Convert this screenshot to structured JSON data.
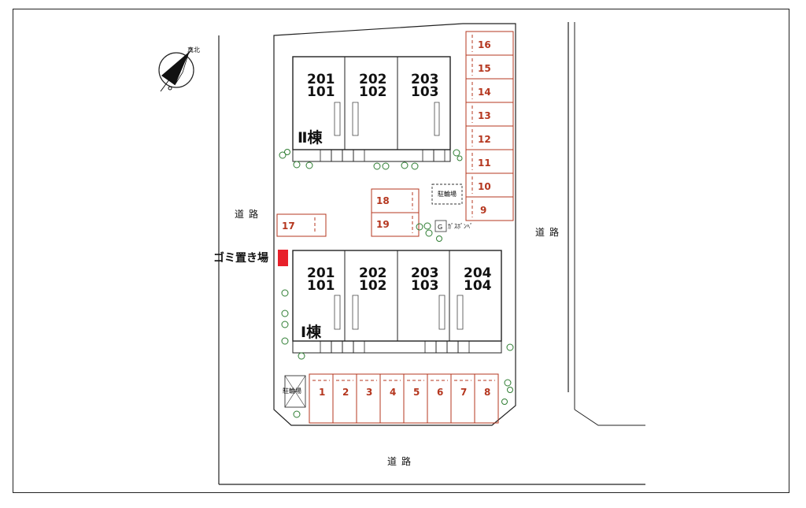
{
  "compass": {
    "label": "真北",
    "icon": "north-arrow-icon"
  },
  "roads": {
    "north_west": "道路",
    "east": "道路",
    "south": "道路"
  },
  "building_2": {
    "label": "Ⅱ棟",
    "units": [
      {
        "upper": "201",
        "lower": "101"
      },
      {
        "upper": "202",
        "lower": "102"
      },
      {
        "upper": "203",
        "lower": "103"
      }
    ]
  },
  "building_1": {
    "label": "Ⅰ棟",
    "units": [
      {
        "upper": "201",
        "lower": "101"
      },
      {
        "upper": "202",
        "lower": "102"
      },
      {
        "upper": "203",
        "lower": "103"
      },
      {
        "upper": "204",
        "lower": "104"
      }
    ]
  },
  "parking": {
    "east_column": [
      "16",
      "15",
      "14",
      "13",
      "12",
      "11",
      "10",
      "9"
    ],
    "middle": [
      "18",
      "19"
    ],
    "west": "17",
    "south_row": [
      "1",
      "2",
      "3",
      "4",
      "5",
      "6",
      "7",
      "8"
    ]
  },
  "bicycle_parking": {
    "north": "駐輪場",
    "south": "駐輪場"
  },
  "gas": {
    "label": "ｶﾞｽﾎﾞﾝﾍﾞ",
    "mark": "G"
  },
  "garbage": {
    "label": "ゴミ置き場",
    "color": "#e8202a"
  },
  "colors": {
    "lot_number": "#b5371f",
    "line": "#222222",
    "tree": "#2e7d32"
  }
}
